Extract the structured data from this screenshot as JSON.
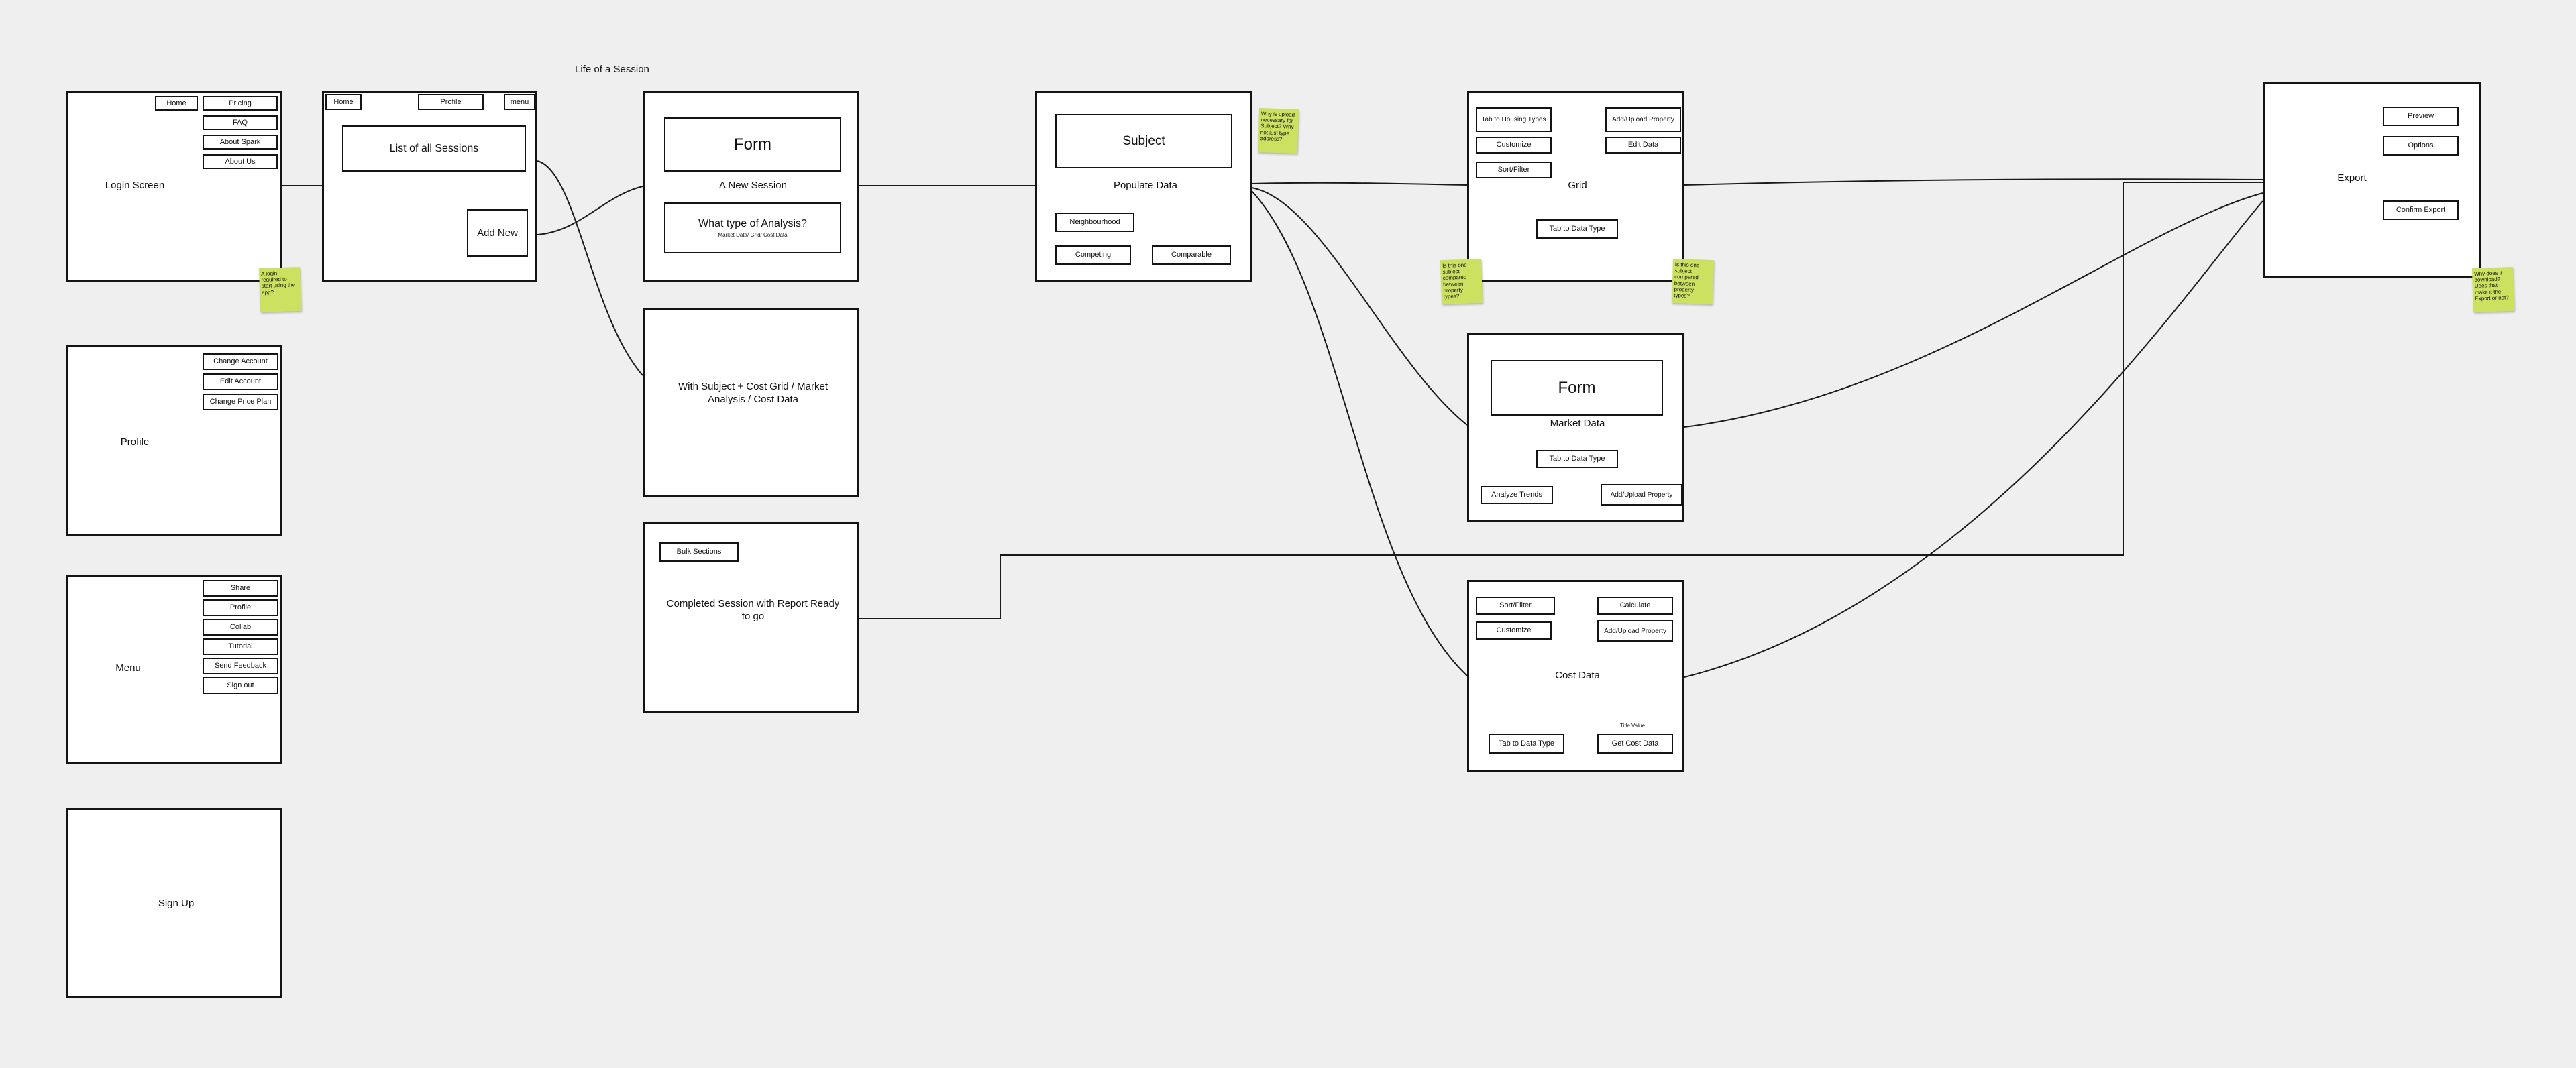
{
  "title": "Life of a Session",
  "login": {
    "label": "Login Screen",
    "home": "Home",
    "pricing": "Pricing",
    "faq": "FAQ",
    "about_spark": "About Spark",
    "about_us": "About Us"
  },
  "sessions": {
    "tab_home": "Home",
    "tab_profile": "Profile",
    "tab_menu": "menu",
    "list_label": "List of all Sessions",
    "add_new": "Add New"
  },
  "new_session": {
    "form": "Form",
    "label": "A New Session",
    "question": "What type of Analysis?",
    "subtext": "Market Data/ Grid/ Cost Data"
  },
  "subject": {
    "title": "Subject",
    "label": "Populate Data",
    "neighbourhood": "Neighbourhood",
    "competing": "Competing",
    "comparable": "Comparable"
  },
  "grid": {
    "label": "Grid",
    "tab_housing": "Tab to Housing Types",
    "add_upload": "Add/Upload Property",
    "customize": "Customize",
    "edit_data": "Edit Data",
    "sort_filter": "Sort/Filter",
    "tab_data_type": "Tab to Data Type"
  },
  "export": {
    "label": "Export",
    "preview": "Preview",
    "options": "Options",
    "confirm": "Confirm Export"
  },
  "profile": {
    "label": "Profile",
    "change_account": "Change Account",
    "edit_account": "Edit Account",
    "change_price_plan": "Change Price Plan"
  },
  "menu": {
    "label": "Menu",
    "items": [
      "Share",
      "Profile",
      "Collab",
      "Tutorial",
      "Send Feedback",
      "Sign out"
    ]
  },
  "signup": {
    "label": "Sign Up"
  },
  "with_subject": {
    "label": "With Subject + Cost Grid / Market Analysis / Cost Data"
  },
  "completed": {
    "bulk": "Bulk Sections",
    "label": "Completed Session with Report Ready to go"
  },
  "market_data": {
    "form": "Form",
    "label": "Market Data",
    "tab_data_type": "Tab to Data Type",
    "analyze_trends": "Analyze Trends",
    "add_upload": "Add/Upload Property"
  },
  "cost_data": {
    "label": "Cost Data",
    "sort_filter": "Sort/Filter",
    "calculate": "Calculate",
    "customize": "Customize",
    "add_upload": "Add/Upload Property",
    "title_value": "Title Value",
    "tab_data_type": "Tab to Data Type",
    "get_cost_data": "Get Cost Data"
  },
  "notes": {
    "login_note": "A login required to start using the app?",
    "subject_note": "Why is upload necessary for Subject? Why not just type address?",
    "grid_note_left": "Is this one subject compared between property types?",
    "grid_note_right": "Is this one subject compared between property types?",
    "export_note": "Why does it download? Does that make it the Export or not?"
  }
}
